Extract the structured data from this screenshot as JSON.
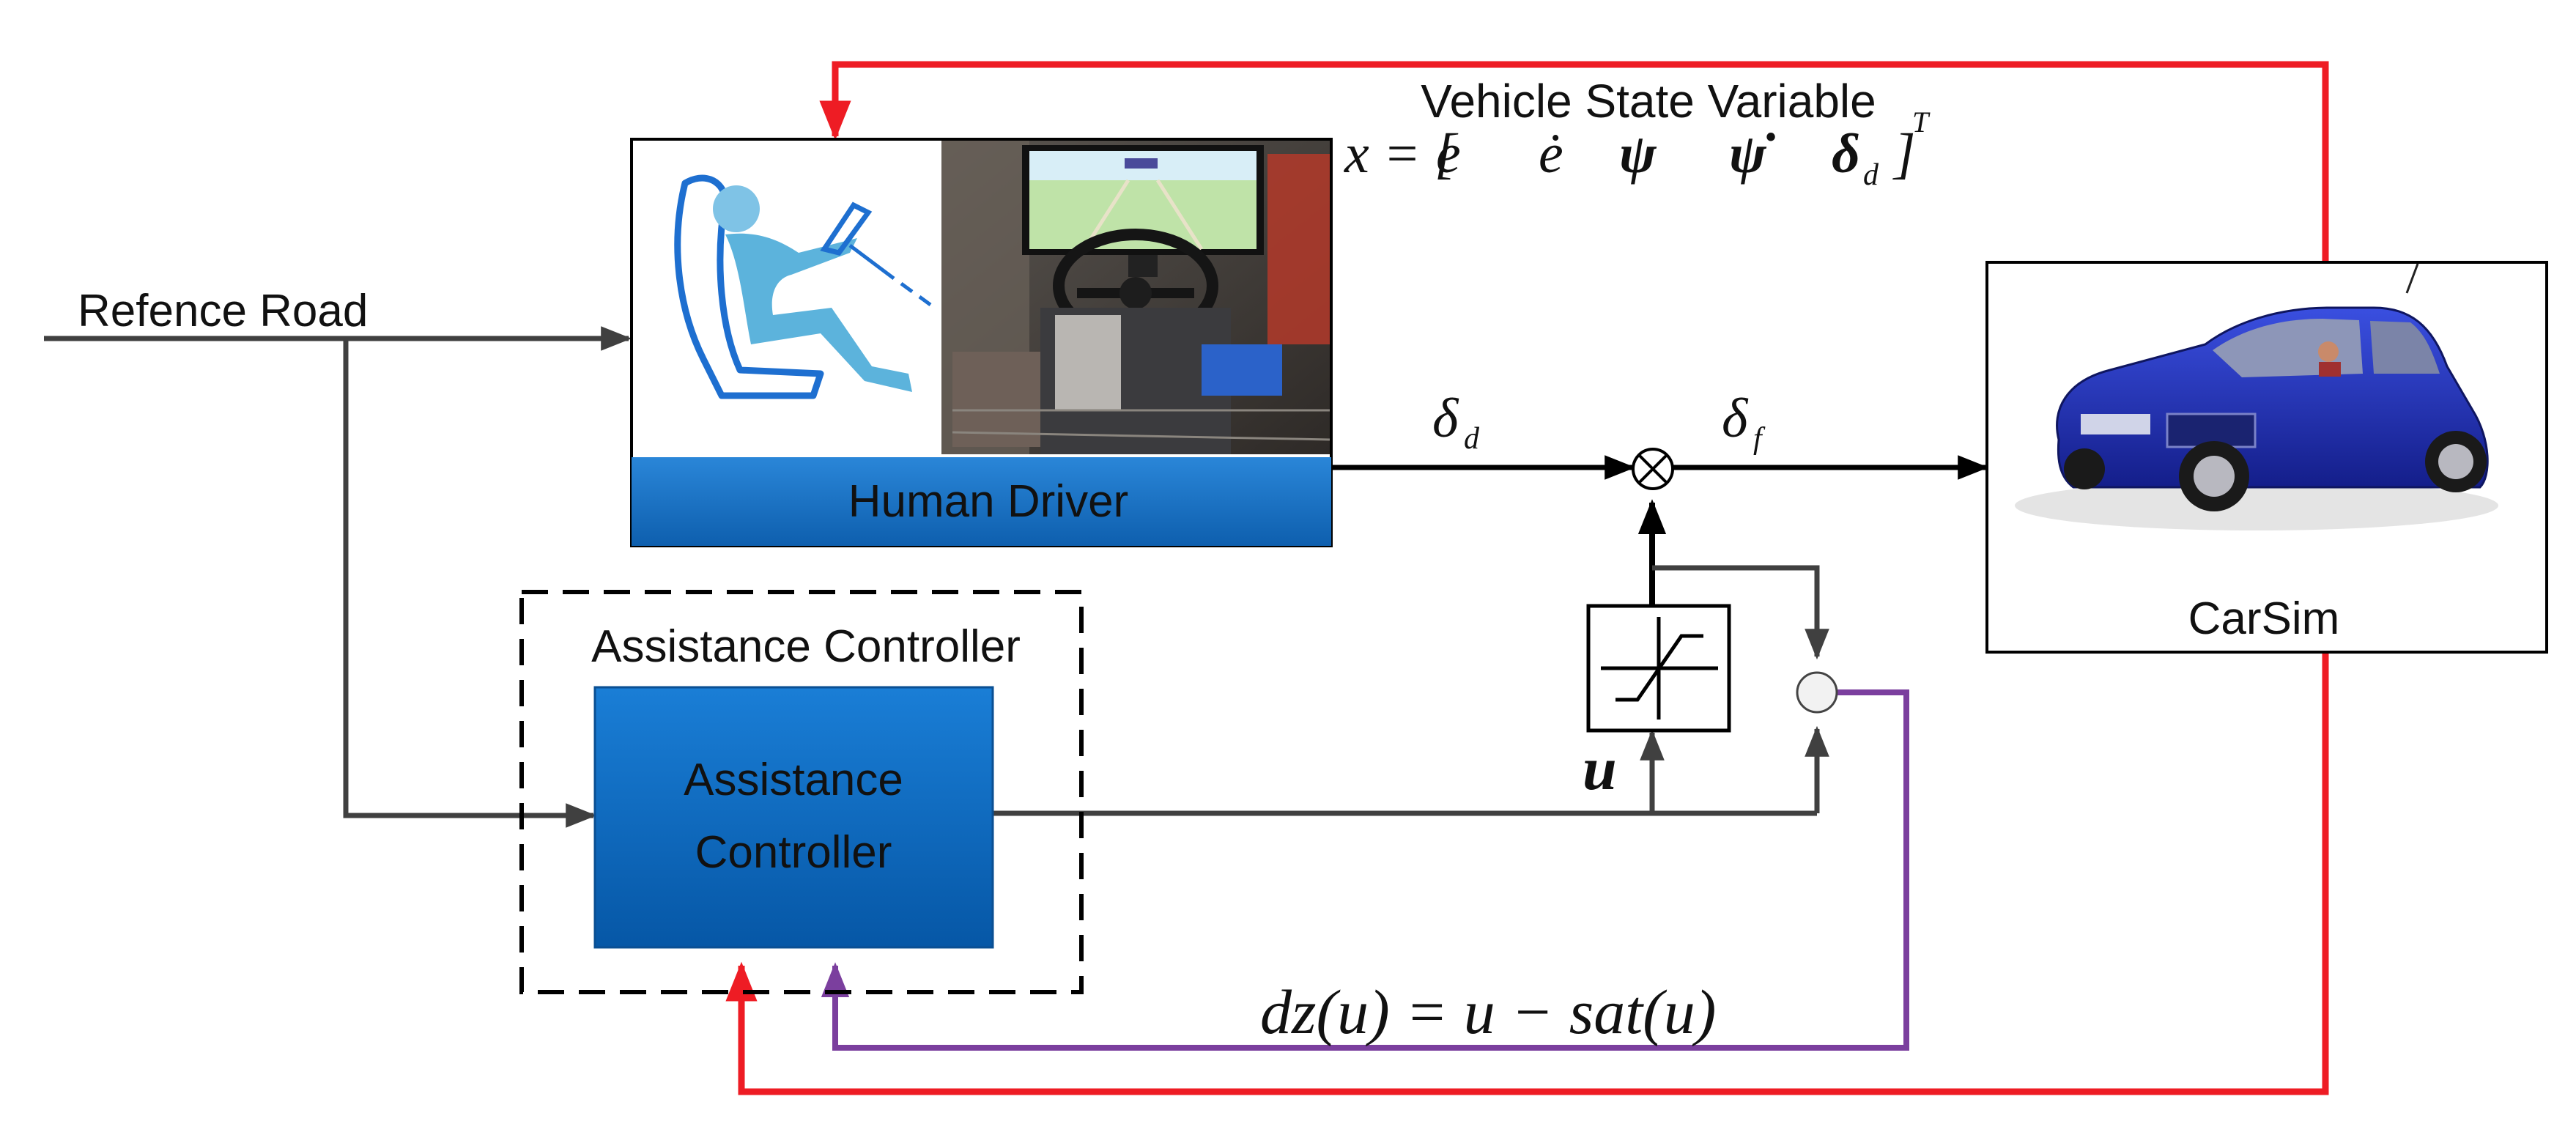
{
  "labels": {
    "reference_road": "Refence Road",
    "human_driver": "Human Driver",
    "assistance_controller_group": "Assistance Controller",
    "assistance_controller_line1": "Assistance",
    "assistance_controller_line2": "Controller",
    "carsim": "CarSim",
    "vehicle_state_title": "Vehicle State Variable"
  },
  "math": {
    "state_vector": {
      "lhs": "x = [",
      "e": "e",
      "e_dot": "ė",
      "psi": "ψ",
      "psi_dot": "ψ̇",
      "delta": "δ",
      "delta_sub": "d",
      "close": "]",
      "sup": "T"
    },
    "delta_d": {
      "sym": "δ",
      "sub": "d"
    },
    "delta_f": {
      "sym": "δ",
      "sub": "f"
    },
    "u": "u",
    "deadzone": "dz(u) = u − sat(u)"
  },
  "colors": {
    "feedback_red": "#ee1c24",
    "feedback_purple": "#7b3f9e",
    "signal_gray": "#404040",
    "signal_black": "#000000",
    "block_blue": "#0a6cc0",
    "driver_bar_blue": "#1673c4",
    "car_blue": "#1f2fb8"
  }
}
